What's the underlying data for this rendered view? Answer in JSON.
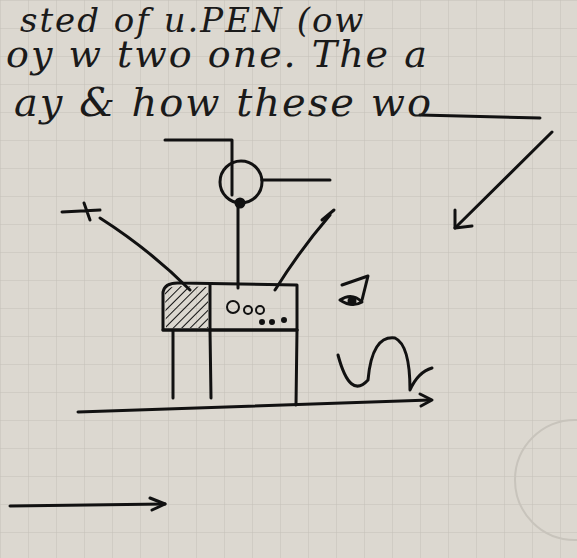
{
  "diagram": {
    "labels": [
      "sted of u.PEN (ow",
      "oy w two one. The a",
      "ay & how these wo"
    ]
  }
}
